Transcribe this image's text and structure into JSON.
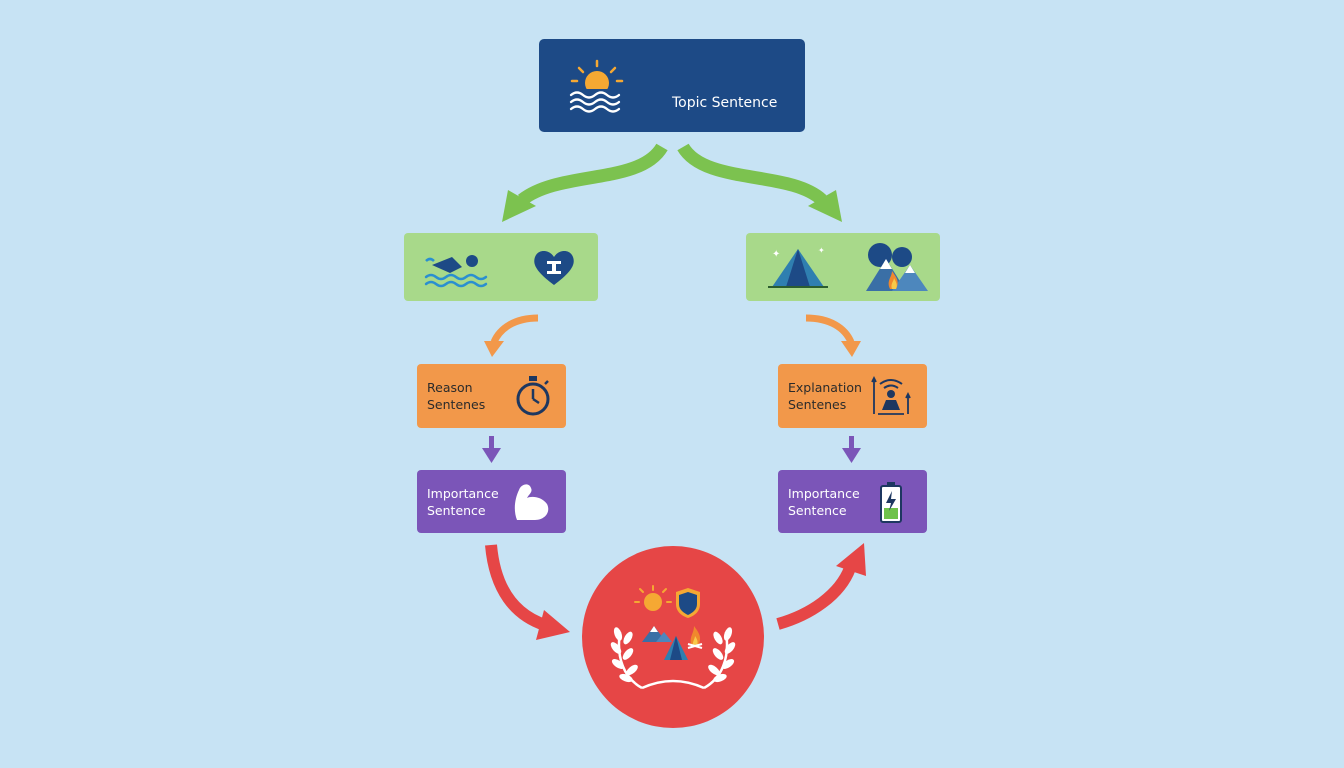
{
  "topic": {
    "label": "Topic Sentence"
  },
  "left_branch": {
    "reason": {
      "line1": "Reason",
      "line2": "Sentenes"
    },
    "importance": {
      "line1": "Importance",
      "line2": "Sentence"
    }
  },
  "right_branch": {
    "explanation": {
      "line1": "Explanation",
      "line2": "Sentenes"
    },
    "importance": {
      "line1": "Importance",
      "line2": "Sentence"
    }
  },
  "icons": {
    "topic": "sun-over-waves-icon",
    "left_card": [
      "swimmer-icon",
      "heart-dumbbell-icon"
    ],
    "right_card": [
      "tent-icon",
      "mountain-campfire-icon"
    ],
    "reason": "stopwatch-icon",
    "explanation": "meditation-icon",
    "importance_left": "flexed-arm-icon",
    "importance_right": "battery-charging-icon",
    "conclusion": "laurel-wreath-emblem-icon"
  },
  "colors": {
    "background": "#c7e3f4",
    "topic": "#1d4a86",
    "green": "#a8d98a",
    "green_arrow": "#7cc24f",
    "orange": "#f2984a",
    "purple": "#7b55b8",
    "red": "#e64646"
  }
}
